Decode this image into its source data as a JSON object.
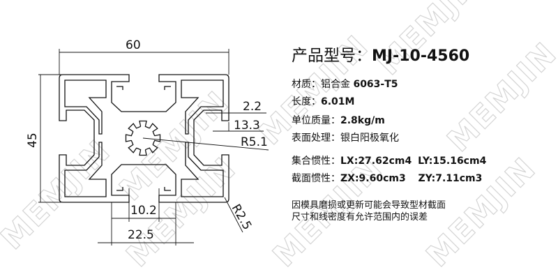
{
  "watermark": "MEMJIN",
  "drawing": {
    "width_label": "60",
    "height_label": "45",
    "slot_lip_label": "2.2",
    "slot_depth_label": "13.3",
    "center_radius_label": "R5.1",
    "slot_opening_label": "10.2",
    "slot_width_label": "22.5",
    "corner_radius_label": "R2.5"
  },
  "specs": {
    "model_label": "产品型号：",
    "model_value": "MJ-10-4560",
    "material_label": "材质：",
    "material_prefix": "铝合金",
    "material_value": "6063-T5",
    "length_label": "长度：",
    "length_value": "6.01M",
    "mass_label": "单位质量：",
    "mass_value": "2.8kg/m",
    "surface_label": "表面处理：",
    "surface_value": "银白阳极氧化",
    "inertia_label": "集合惯性：",
    "lx": "LX:27.62cm4",
    "ly": "LY:15.16cm4",
    "section_label": "截面惯性：",
    "zx": "ZX:9.60cm3",
    "zy": "ZY:7.11cm3",
    "note_line1": "因模具磨损或更新可能会导致型材截面",
    "note_line2": "尺寸和线密度有允许范围内的误差"
  }
}
